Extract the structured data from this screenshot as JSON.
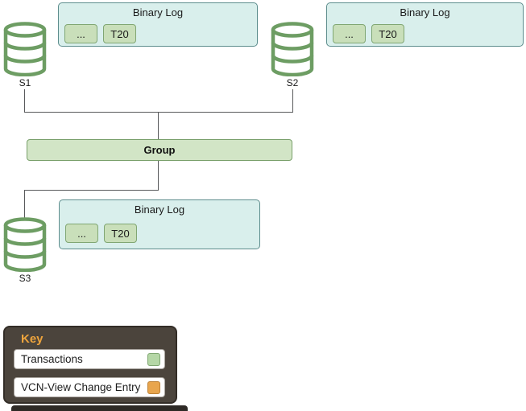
{
  "diagram": {
    "group_label": "Group",
    "servers": [
      {
        "label": "S1"
      },
      {
        "label": "S2"
      },
      {
        "label": "S3"
      }
    ],
    "binary_logs": [
      {
        "title": "Binary Log",
        "entries": [
          "...",
          "T20"
        ]
      },
      {
        "title": "Binary Log",
        "entries": [
          "...",
          "T20"
        ]
      },
      {
        "title": "Binary Log",
        "entries": [
          "...",
          "T20"
        ]
      }
    ]
  },
  "key": {
    "title": "Key",
    "items": [
      {
        "label": "Transactions",
        "swatch_fill": "#b5d7a6",
        "swatch_border": "#7fa671"
      },
      {
        "label": "VCN-View Change Entry",
        "swatch_fill": "#e8a54d",
        "swatch_border": "#bd8136"
      }
    ]
  },
  "colors": {
    "binlog_fill": "#d9efec",
    "binlog_border": "#5d8d8d",
    "transaction_chip_fill": "#c9dfba",
    "transaction_chip_border": "#80a673",
    "group_fill": "#d2e5c6",
    "group_border": "#79a06b",
    "cylinder_stroke": "#6d9d63",
    "connector_line": "#58595b",
    "key_background": "#4b443c",
    "key_title_text": "#eea43c"
  }
}
